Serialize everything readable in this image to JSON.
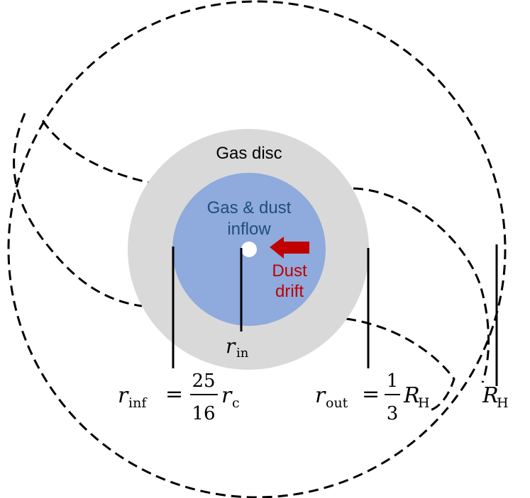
{
  "colors": {
    "gas_disc": "#d9d9d9",
    "inflow": "#8faadc",
    "inflow_text": "#1f4e79",
    "drift": "#c00000",
    "line": "#000000",
    "hole": "#ffffff"
  },
  "labels": {
    "gas_disc": "Gas disc",
    "inflow_line1": "Gas & dust",
    "inflow_line2": "inflow",
    "drift_line1": "Dust",
    "drift_line2": "drift"
  },
  "math": {
    "r": "r",
    "R": "R",
    "sub_in": "in",
    "sub_inf": "inf",
    "sub_out": "out",
    "sub_c": "c",
    "sub_H": "H",
    "equals": "=",
    "frac_inf_num": "25",
    "frac_inf_den": "16",
    "frac_out_num": "1",
    "frac_out_den": "3"
  }
}
